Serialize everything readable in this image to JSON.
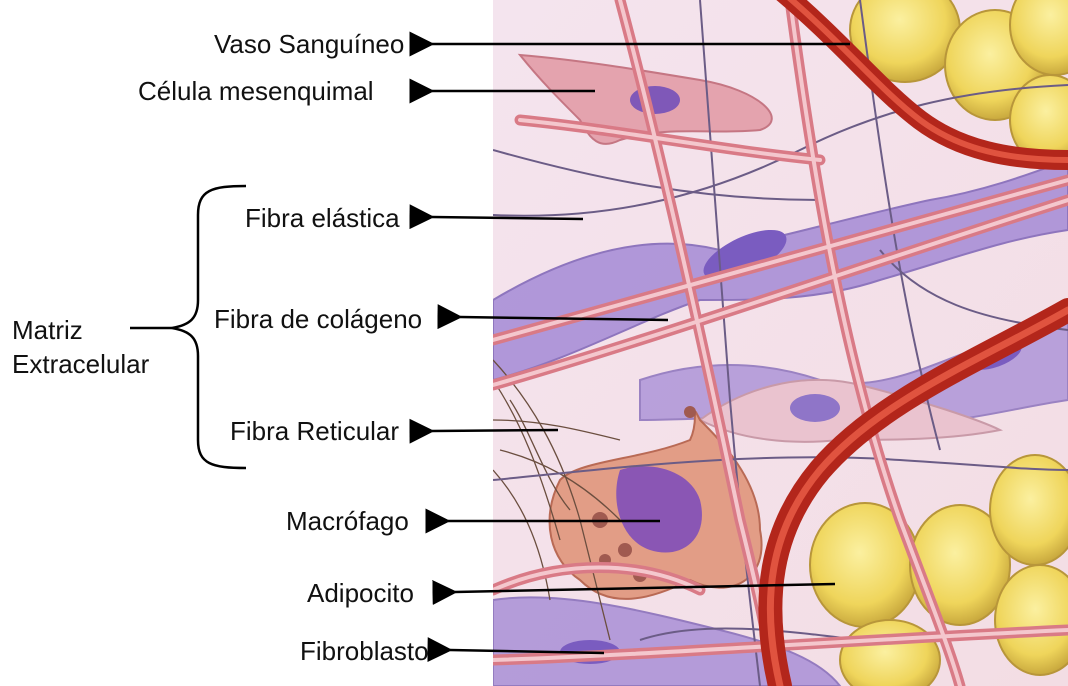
{
  "labels": {
    "vaso": "Vaso Sanguíneo",
    "celula": "Célula mesenquimal",
    "elastica": "Fibra elástica",
    "colageno": "Fibra de colágeno",
    "reticular": "Fibra Reticular",
    "macrofago": "Macrófago",
    "adipocito": "Adipocito",
    "fibroblasto": "Fibroblasto"
  },
  "group": {
    "line1": "Matriz",
    "line2": "Extracelular"
  },
  "colors": {
    "background_tissue": "#f6e3e8",
    "collagen_fiber": "#e58f98",
    "blood_vessel": "#c22d1f",
    "fibroblast": "#9b7fcf",
    "adipocyte": "#f3de6a",
    "macrophage": "#d68a72",
    "arrow": "#000000"
  }
}
